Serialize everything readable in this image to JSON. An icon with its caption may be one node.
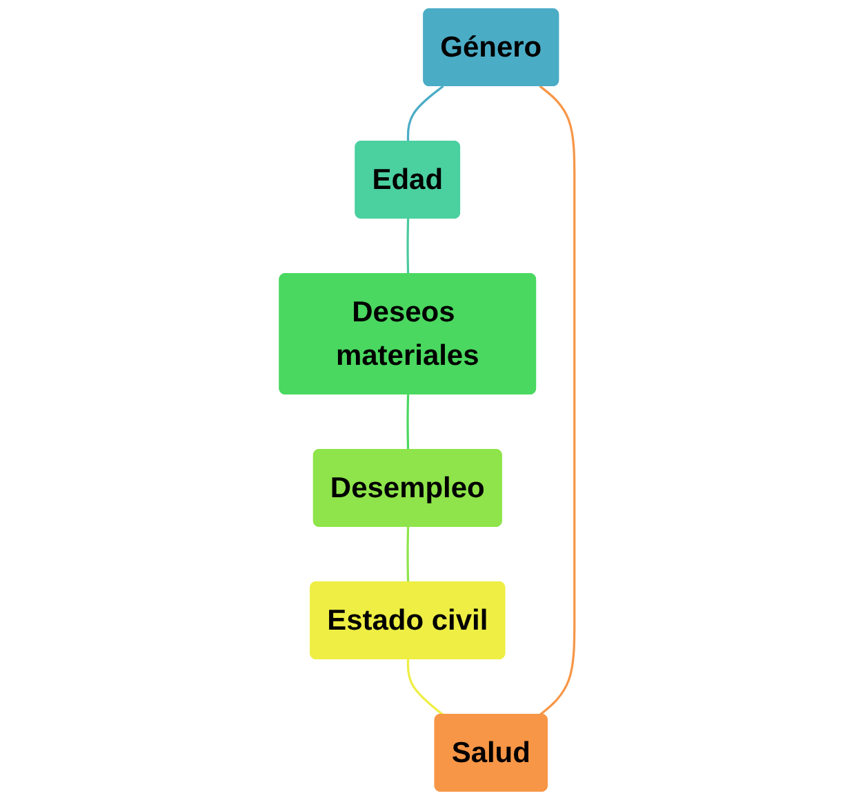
{
  "diagram": {
    "nodes": [
      {
        "text": [
          "Género"
        ]
      },
      {
        "text": [
          "Edad"
        ]
      },
      {
        "text": [
          "Deseos materiales"
        ]
      },
      {
        "text": [
          "Desempleo"
        ]
      },
      {
        "text": [
          "Estado civil"
        ]
      },
      {
        "text": [
          "Salud"
        ]
      }
    ],
    "edges": [
      {
        "from": 0,
        "to": 1,
        "arrow": "none",
        "color": "#4bacc6"
      },
      {
        "from": 1,
        "to": 2,
        "arrow": "none",
        "color": "#4bc8a0"
      },
      {
        "from": 2,
        "to": 3,
        "arrow": "none",
        "color": "#4ad860"
      },
      {
        "from": 3,
        "to": 4,
        "arrow": "none",
        "color": "#8ee44a"
      },
      {
        "from": 4,
        "to": 5,
        "arrow": "none",
        "color": "#eeee44"
      },
      {
        "from": 5,
        "to": 0,
        "arrow": "none",
        "color": "#f79646"
      }
    ]
  }
}
